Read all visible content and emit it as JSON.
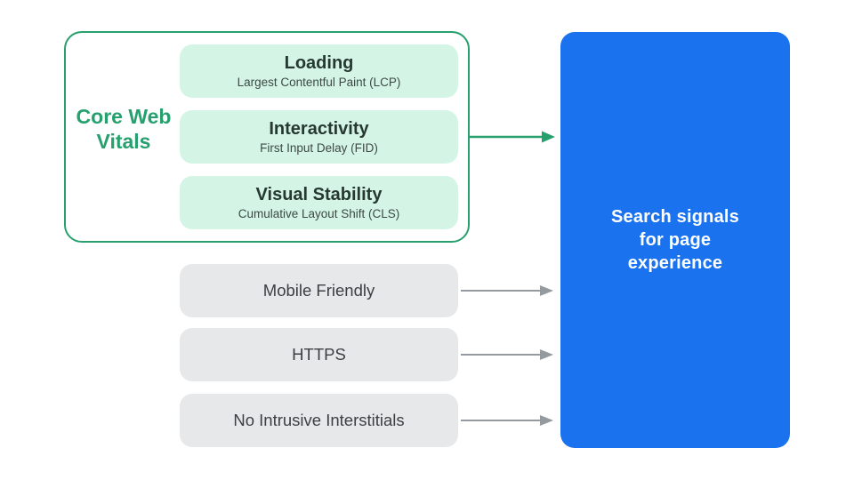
{
  "colors": {
    "background": "#ffffff",
    "accent_green": "#27a06e",
    "mint": "#d4f5e6",
    "card_title": "#263830",
    "card_subtitle": "#3d4944",
    "gray_fill": "#e7e8ea",
    "gray_text": "#3c4043",
    "arrow_gray": "#949aa0",
    "blue": "#1b72ef"
  },
  "core_web_vitals": {
    "label": "Core Web Vitals",
    "items": [
      {
        "title": "Loading",
        "subtitle": "Largest Contentful Paint (LCP)"
      },
      {
        "title": "Interactivity",
        "subtitle": "First Input Delay (FID)"
      },
      {
        "title": "Visual Stability",
        "subtitle": "Cumulative Layout Shift (CLS)"
      }
    ]
  },
  "other_signals": [
    {
      "label": "Mobile Friendly"
    },
    {
      "label": "HTTPS"
    },
    {
      "label": "No Intrusive Interstitials"
    }
  ],
  "result_box": {
    "lines": [
      "Search signals",
      "for page",
      "experience"
    ]
  }
}
